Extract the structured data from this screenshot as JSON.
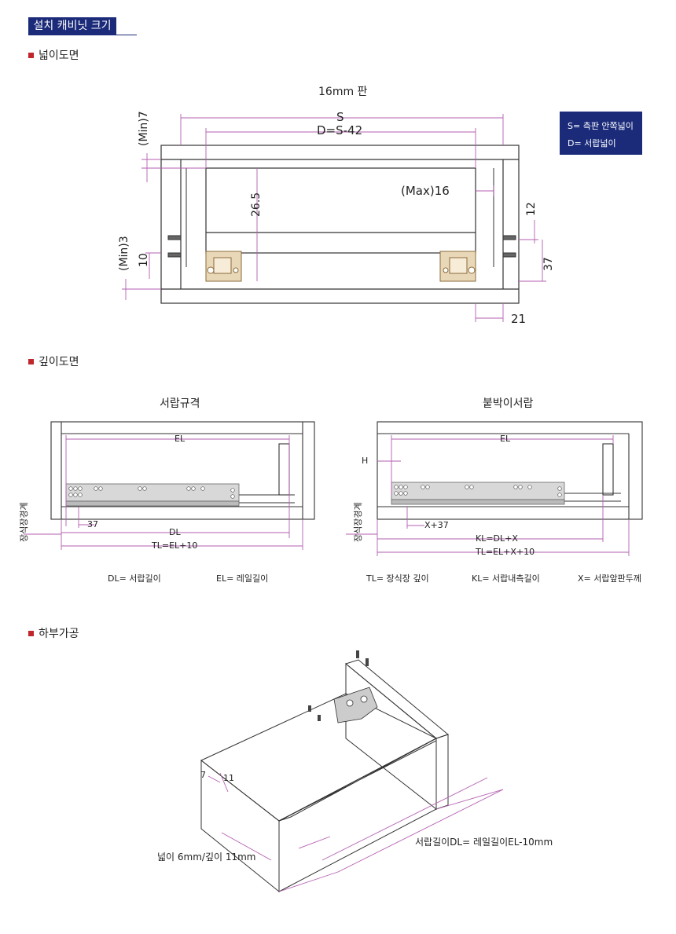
{
  "header": {
    "title": "설치 캐비닛 크기"
  },
  "sections": {
    "width": "넓이도면",
    "depth": "깊이도면",
    "bottom": "하부가공"
  },
  "width_diagram": {
    "panel_label": "16mm 판",
    "s_label": "S",
    "d_label": "D=S-42",
    "min7": "(Min)7",
    "min3": "(Min)3",
    "dim_10": "10",
    "dim_26_5": "26.5",
    "max16": "(Max)16",
    "dim_12": "12",
    "dim_37": "37",
    "dim_21": "21",
    "legend_s": "S= 측판 안쪽넓이",
    "legend_d": "D= 서랍넓이"
  },
  "depth_diagram": {
    "left_title": "서랍규격",
    "right_title": "붙박이서랍",
    "el": "EL",
    "h": "H",
    "side_label": "장식장경계",
    "dim_37": "37",
    "dl": "DL",
    "tl": "TL=EL+10",
    "x37": "X+37",
    "kl": "KL=DL+X",
    "tl2": "TL=EL+X+10",
    "notes": [
      "DL= 서랍길이",
      "EL= 레일길이",
      "TL= 장식장 깊이",
      "KL= 서랍내측길이",
      "X= 서랍앞판두께"
    ]
  },
  "bottom_diagram": {
    "dim_7": "7",
    "dim_11": "11",
    "hole_note": "넓이 6mm/깊이 11mm",
    "length_note": "서랍길이DL= 레일길이EL-10mm"
  }
}
